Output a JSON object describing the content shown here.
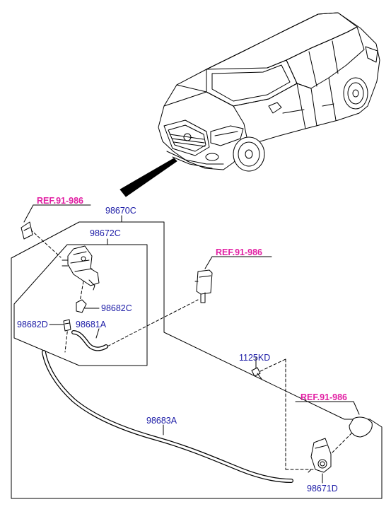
{
  "diagram": {
    "colors": {
      "part_number": "#1a1aa6",
      "reference": "#e21fa3",
      "line": "#000000"
    },
    "references": [
      {
        "id": "ref-top-left",
        "text": "REF.91-986"
      },
      {
        "id": "ref-middle",
        "text": "REF.91-986"
      },
      {
        "id": "ref-bottom-right",
        "text": "REF.91-986"
      }
    ],
    "parts": [
      {
        "id": "98670C",
        "text": "98670C"
      },
      {
        "id": "98672C",
        "text": "98672C"
      },
      {
        "id": "98682C",
        "text": "98682C"
      },
      {
        "id": "98682D",
        "text": "98682D"
      },
      {
        "id": "98681A",
        "text": "98681A"
      },
      {
        "id": "1125KD",
        "text": "1125KD"
      },
      {
        "id": "98683A",
        "text": "98683A"
      },
      {
        "id": "98671D",
        "text": "98671D"
      }
    ],
    "icons": [
      "car-illustration-icon",
      "connector-icon",
      "washer-pump-icon",
      "nozzle-assembly-icon",
      "bolt-icon",
      "cap-icon",
      "hose-icon"
    ]
  }
}
